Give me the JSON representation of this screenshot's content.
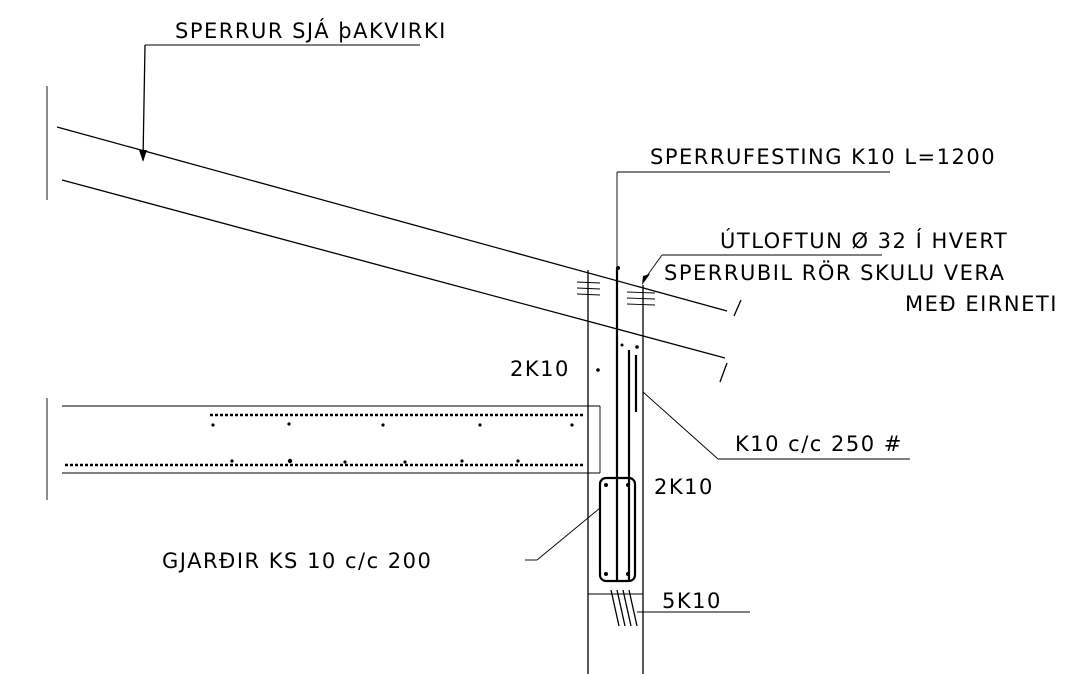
{
  "labels": {
    "rafter": "SPERRUR SJÁ þAKVIRKI",
    "rafter_fastener": "SPERRUFESTING K10 L=1200",
    "vent_line1": "ÚTLOFTUN Ø 32 Í HVERT",
    "vent_line2": "SPERRUBIL RÖR SKULU VERA",
    "vent_line3": "MEÐ EIRNETI",
    "rebar_2k10_upper": "2K10",
    "rebar_k10_cc": "K10 c/c 250 #",
    "rebar_2k10_lower": "2K10",
    "stirrups": "GJARÐIR KS 10 c/c 200",
    "rebar_5k10": "5K10"
  }
}
